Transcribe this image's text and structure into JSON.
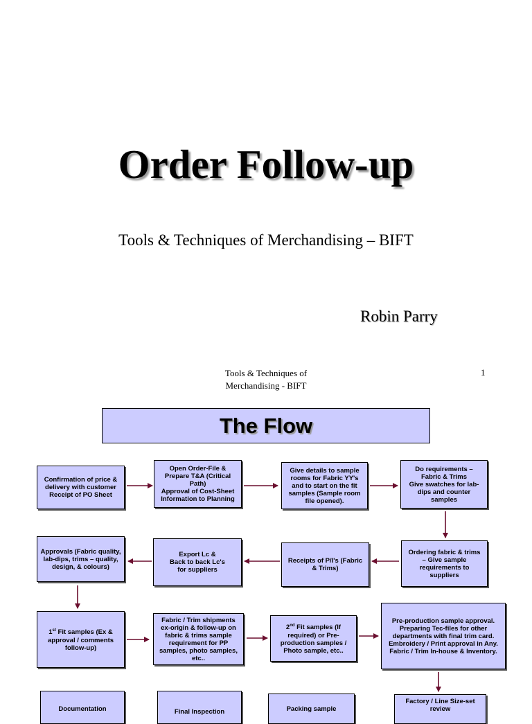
{
  "slide1": {
    "title": "Order Follow-up",
    "subtitle": "Tools & Techniques of Merchandising – BIFT",
    "author": "Robin Parry",
    "footer_line1": "Tools & Techniques of",
    "footer_line2": "Merchandising - BIFT",
    "page_number": "1"
  },
  "slide2": {
    "title": "The Flow",
    "boxes": [
      {
        "lines": [
          "Confirmation of price &",
          "delivery with customer",
          "Receipt of PO Sheet"
        ]
      },
      {
        "lines": [
          "Open Order-File &",
          "Prepare T&A (Critical",
          "Path)",
          "Approval of Cost-Sheet",
          "Information to Planning"
        ]
      },
      {
        "lines": [
          "Give details to sample",
          "rooms for Fabric YY's",
          "and to start on the fit",
          "samples (Sample room",
          "file opened)."
        ]
      },
      {
        "lines": [
          "Do requirements –",
          "Fabric & Trims",
          "Give swatches for lab-",
          "dips and counter",
          "samples"
        ]
      },
      {
        "lines": [
          "Ordering fabric & trims",
          "– Give sample",
          "requirements to",
          "suppliers"
        ]
      },
      {
        "lines": [
          "Receipts of P/I's (Fabric",
          "& Trims)"
        ]
      },
      {
        "lines": [
          "Export Lc &",
          "Back to back Lc's",
          "for suppliers"
        ]
      },
      {
        "lines": [
          "Approvals (Fabric quality,",
          "lab-dips, trims – quality,",
          "design, & colours)"
        ]
      },
      {
        "lines": [
          "1st Fit samples (Ex &",
          "approval / comments",
          "follow-up)"
        ]
      },
      {
        "lines": [
          "Fabric / Trim shipments",
          "ex-origin & follow-up on",
          "fabric & trims sample",
          "requirement for PP",
          "samples, photo samples,",
          "etc.."
        ]
      },
      {
        "lines": [
          "2nd Fit samples (If",
          "required) or Pre-",
          "production samples /",
          "Photo sample, etc.."
        ]
      },
      {
        "lines": [
          "Pre-production sample approval.",
          "Preparing Tec-files for other",
          "departments with final trim card.",
          "Embroidery / Print approval in Any.",
          "Fabric / Trim In-house & Inventory."
        ]
      },
      {
        "lines": [
          "Documentation"
        ]
      },
      {
        "lines": [
          "Final Inspection"
        ]
      },
      {
        "lines": [
          "Packing sample"
        ]
      },
      {
        "lines": [
          "Factory / Line Size-set",
          "review"
        ]
      }
    ]
  }
}
